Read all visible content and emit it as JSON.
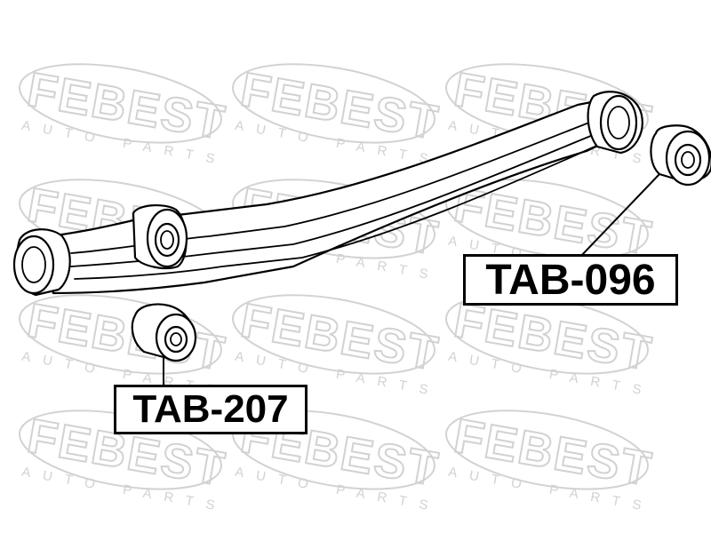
{
  "watermark": {
    "brand": "FEBEST",
    "tagline": "AUTO PARTS"
  },
  "parts": [
    {
      "part_number": "TAB-096"
    },
    {
      "part_number": "TAB-207"
    }
  ],
  "colors": {
    "line": "#000000",
    "watermark": "#d2d2d2",
    "background": "#ffffff"
  }
}
